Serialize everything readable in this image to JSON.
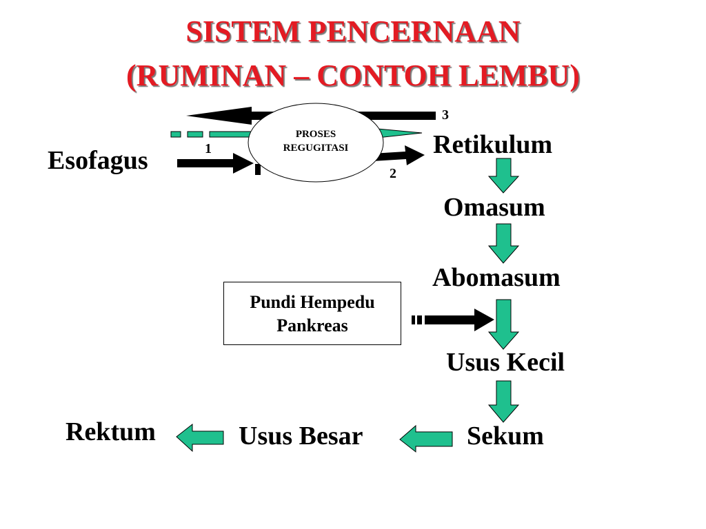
{
  "title": {
    "line1": "SISTEM PENCERNAAN",
    "line2": "(RUMINAN – CONTOH LEMBU)"
  },
  "organs": {
    "esofagus": "Esofagus",
    "retikulum": "Retikulum",
    "omasum": "Omasum",
    "abomasum": "Abomasum",
    "usus_kecil": "Usus Kecil",
    "sekum": "Sekum",
    "usus_besar": "Usus Besar",
    "rektum": "Rektum"
  },
  "regurgitation": {
    "line1": "PROSES",
    "line2": "REGUGITASI"
  },
  "step_numbers": {
    "one": "1",
    "two": "2",
    "three": "3"
  },
  "accessory_box": {
    "line1": "Pundi Hempedu",
    "line2": "Pankreas"
  },
  "colors": {
    "title": "#e31b23",
    "flow_arrow": "#1fc08e",
    "black_arrow": "#000000"
  }
}
